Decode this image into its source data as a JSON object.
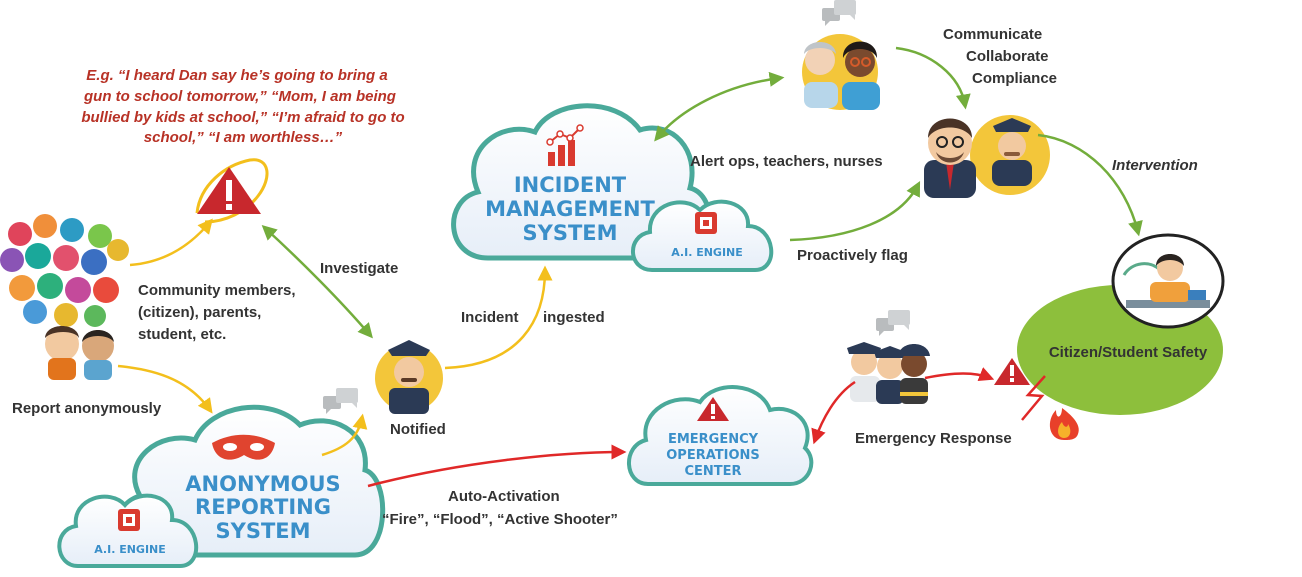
{
  "quote": {
    "lines": [
      "E.g. “I heard Dan say he’s going to bring a",
      "gun to school tomorrow,” “Mom, I am being",
      "bullied by kids at school,” “I’m afraid to go to",
      "school,” “I am worthless…”"
    ]
  },
  "community": {
    "lines": [
      "Community members,",
      "(citizen), parents,",
      "student, etc."
    ]
  },
  "labels": {
    "report_anonymously": "Report anonymously",
    "investigate": "Investigate",
    "notified": "Notified",
    "incident_ingested_1": "Incident",
    "incident_ingested_2": "ingested",
    "alert_ops": "Alert ops, teachers, nurses",
    "proactively_flag": "Proactively flag",
    "communicate": "Communicate",
    "collaborate": "Collaborate",
    "compliance": "Compliance",
    "intervention": "Intervention",
    "citizen_safety": "Citizen/Student Safety",
    "emergency_response": "Emergency Response",
    "auto_activation": "Auto-Activation",
    "auto_activation_examples": "“Fire”, “Flood”, “Active Shooter”"
  },
  "clouds": {
    "ims": {
      "line1": "INCIDENT",
      "line2": "MANAGEMENT",
      "line3": "SYSTEM",
      "ai": "A.I. ENGINE"
    },
    "ars": {
      "line1": "ANONYMOUS",
      "line2": "REPORTING",
      "line3": "SYSTEM",
      "ai": "A.I. ENGINE"
    },
    "eoc": {
      "line1": "EMERGENCY",
      "line2": "OPERATIONS",
      "line3": "CENTER"
    }
  },
  "colors": {
    "cloud_border": "#4aa99a",
    "cloud_title": "#3a8fc9",
    "alert_red": "#c8282d",
    "arrow_yellow": "#f3bf1c",
    "arrow_green": "#73ad3c",
    "arrow_red": "#e02828",
    "safety_green": "#8dbf3c",
    "quote_red": "#b83226"
  },
  "icons": {
    "warning": "warning-triangle-icon",
    "chart": "bar-chart-icon",
    "chip": "ai-chip-icon",
    "mask": "mask-icon",
    "chat": "chat-bubbles-icon",
    "fire": "fire-icon",
    "lightning": "lightning-icon"
  }
}
